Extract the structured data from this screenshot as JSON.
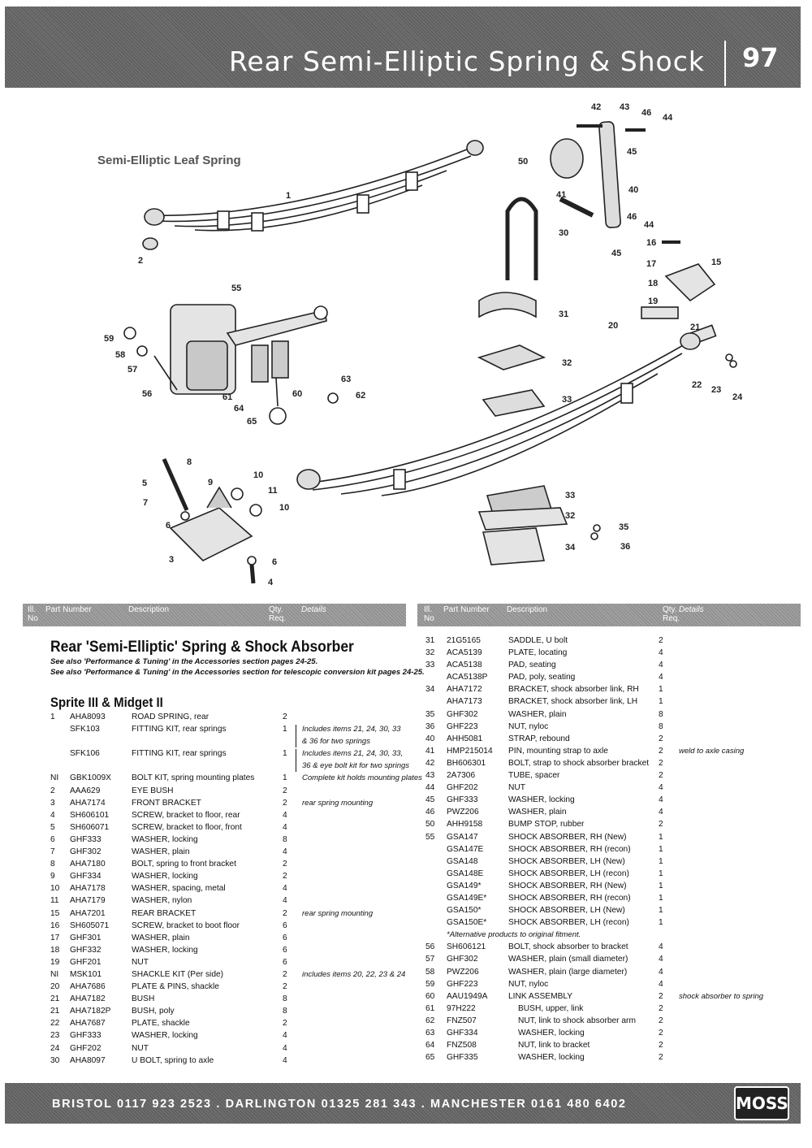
{
  "header": {
    "title": "Rear Semi-Elliptic Spring & Shock",
    "page": "97"
  },
  "diagram": {
    "title": "Semi-Elliptic Leaf Spring",
    "callouts": [
      "1",
      "2",
      "3",
      "4",
      "5",
      "6",
      "7",
      "8",
      "9",
      "10",
      "11",
      "10",
      "6",
      "15",
      "16",
      "17",
      "18",
      "19",
      "20",
      "21",
      "22",
      "23",
      "24",
      "30",
      "31",
      "32",
      "33",
      "33",
      "32",
      "34",
      "35",
      "36",
      "40",
      "41",
      "42",
      "43",
      "44",
      "45",
      "45",
      "46",
      "46",
      "44",
      "50",
      "55",
      "56",
      "57",
      "58",
      "59",
      "60",
      "61",
      "62",
      "63",
      "64",
      "65"
    ]
  },
  "table_header": {
    "ill_no": "Ill. No",
    "part_number": "Part Number",
    "description": "Description",
    "qty_req": "Qty. Req.",
    "details": "Details"
  },
  "section": {
    "title": "Rear 'Semi-Elliptic' Spring & Shock Absorber",
    "see_also_1": "See also 'Performance & Tuning' in the Accessories section pages 24-25.",
    "see_also_2": "See also 'Performance & Tuning' in the Accessories section for telescopic conversion kit pages 24-25.",
    "subtitle": "Sprite III & Midget II"
  },
  "left_rows": [
    {
      "ill": "1",
      "part": "AHA8093",
      "desc": "ROAD SPRING, rear",
      "qty": "2",
      "det": ""
    },
    {
      "ill": "",
      "part": "SFK103",
      "desc": "FITTING KIT, rear springs",
      "qty": "1",
      "det": "Includes items 21, 24, 30, 33"
    },
    {
      "ill": "",
      "part": "",
      "desc": "",
      "qty": "",
      "det": "& 36 for two springs"
    },
    {
      "ill": "",
      "part": "SFK106",
      "desc": "FITTING KIT, rear springs",
      "qty": "1",
      "det": "Includes items 21, 24, 30, 33,"
    },
    {
      "ill": "",
      "part": "",
      "desc": "",
      "qty": "",
      "det": "36 & eye bolt kit for two springs"
    },
    {
      "ill": "NI",
      "part": "GBK1009X",
      "desc": "BOLT KIT, spring mounting plates",
      "qty": "1",
      "det": "Complete kit holds mounting plates"
    },
    {
      "ill": "2",
      "part": "AAA629",
      "desc": "EYE BUSH",
      "qty": "2",
      "det": ""
    },
    {
      "ill": "3",
      "part": "AHA7174",
      "desc": "FRONT BRACKET",
      "qty": "2",
      "det": "rear spring mounting"
    },
    {
      "ill": "4",
      "part": "SH606101",
      "desc": "SCREW, bracket to floor, rear",
      "qty": "4",
      "det": ""
    },
    {
      "ill": "5",
      "part": "SH606071",
      "desc": "SCREW, bracket to floor, front",
      "qty": "4",
      "det": ""
    },
    {
      "ill": "6",
      "part": "GHF333",
      "desc": "WASHER, locking",
      "qty": "8",
      "det": ""
    },
    {
      "ill": "7",
      "part": "GHF302",
      "desc": "WASHER, plain",
      "qty": "4",
      "det": ""
    },
    {
      "ill": "8",
      "part": "AHA7180",
      "desc": "BOLT, spring to front bracket",
      "qty": "2",
      "det": ""
    },
    {
      "ill": "9",
      "part": "GHF334",
      "desc": "WASHER, locking",
      "qty": "2",
      "det": ""
    },
    {
      "ill": "10",
      "part": "AHA7178",
      "desc": "WASHER, spacing, metal",
      "qty": "4",
      "det": ""
    },
    {
      "ill": "11",
      "part": "AHA7179",
      "desc": "WASHER, nylon",
      "qty": "4",
      "det": ""
    },
    {
      "ill": "15",
      "part": "AHA7201",
      "desc": "REAR BRACKET",
      "qty": "2",
      "det": "rear spring mounting"
    },
    {
      "ill": "16",
      "part": "SH605071",
      "desc": "SCREW, bracket to boot floor",
      "qty": "6",
      "det": ""
    },
    {
      "ill": "17",
      "part": "GHF301",
      "desc": "WASHER, plain",
      "qty": "6",
      "det": ""
    },
    {
      "ill": "18",
      "part": "GHF332",
      "desc": "WASHER, locking",
      "qty": "6",
      "det": ""
    },
    {
      "ill": "19",
      "part": "GHF201",
      "desc": "NUT",
      "qty": "6",
      "det": ""
    },
    {
      "ill": "NI",
      "part": "MSK101",
      "desc": "SHACKLE KIT (Per side)",
      "qty": "2",
      "det": "includes items 20, 22, 23 & 24"
    },
    {
      "ill": "20",
      "part": "AHA7686",
      "desc": "PLATE & PINS, shackle",
      "qty": "2",
      "det": ""
    },
    {
      "ill": "21",
      "part": "AHA7182",
      "desc": "BUSH",
      "qty": "8",
      "det": ""
    },
    {
      "ill": "21",
      "part": "AHA7182P",
      "desc": "BUSH, poly",
      "qty": "8",
      "det": ""
    },
    {
      "ill": "22",
      "part": "AHA7687",
      "desc": "PLATE, shackle",
      "qty": "2",
      "det": ""
    },
    {
      "ill": "23",
      "part": "GHF333",
      "desc": "WASHER, locking",
      "qty": "4",
      "det": ""
    },
    {
      "ill": "24",
      "part": "GHF202",
      "desc": "NUT",
      "qty": "4",
      "det": ""
    },
    {
      "ill": "30",
      "part": "AHA8097",
      "desc": "U BOLT, spring to axle",
      "qty": "4",
      "det": ""
    }
  ],
  "right_rows": [
    {
      "ill": "31",
      "part": "21G5165",
      "desc": "SADDLE, U bolt",
      "qty": "2",
      "det": ""
    },
    {
      "ill": "32",
      "part": "ACA5139",
      "desc": "PLATE, locating",
      "qty": "4",
      "det": ""
    },
    {
      "ill": "33",
      "part": "ACA5138",
      "desc": "PAD, seating",
      "qty": "4",
      "det": ""
    },
    {
      "ill": "",
      "part": "ACA5138P",
      "desc": "PAD, poly, seating",
      "qty": "4",
      "det": ""
    },
    {
      "ill": "34",
      "part": "AHA7172",
      "desc": "BRACKET, shock absorber link, RH",
      "qty": "1",
      "det": ""
    },
    {
      "ill": "",
      "part": "AHA7173",
      "desc": "BRACKET, shock absorber link, LH",
      "qty": "1",
      "det": ""
    },
    {
      "ill": "35",
      "part": "GHF302",
      "desc": "WASHER, plain",
      "qty": "8",
      "det": ""
    },
    {
      "ill": "36",
      "part": "GHF223",
      "desc": "NUT, nyloc",
      "qty": "8",
      "det": ""
    },
    {
      "ill": "40",
      "part": "AHH5081",
      "desc": "STRAP, rebound",
      "qty": "2",
      "det": ""
    },
    {
      "ill": "41",
      "part": "HMP215014",
      "desc": "PIN, mounting strap to axle",
      "qty": "2",
      "det": "weld to axle casing"
    },
    {
      "ill": "42",
      "part": "BH606301",
      "desc": "BOLT, strap to shock absorber bracket",
      "qty": "2",
      "det": ""
    },
    {
      "ill": "43",
      "part": "2A7306",
      "desc": "TUBE, spacer",
      "qty": "2",
      "det": ""
    },
    {
      "ill": "44",
      "part": "GHF202",
      "desc": "NUT",
      "qty": "4",
      "det": ""
    },
    {
      "ill": "45",
      "part": "GHF333",
      "desc": "WASHER, locking",
      "qty": "4",
      "det": ""
    },
    {
      "ill": "46",
      "part": "PWZ206",
      "desc": "WASHER, plain",
      "qty": "4",
      "det": ""
    },
    {
      "ill": "50",
      "part": "AHH9158",
      "desc": "BUMP STOP, rubber",
      "qty": "2",
      "det": ""
    },
    {
      "ill": "55",
      "part": "GSA147",
      "desc": "SHOCK ABSORBER, RH (New)",
      "qty": "1",
      "det": ""
    },
    {
      "ill": "",
      "part": "GSA147E",
      "desc": "SHOCK ABSORBER, RH (recon)",
      "qty": "1",
      "det": ""
    },
    {
      "ill": "",
      "part": "GSA148",
      "desc": "SHOCK ABSORBER, LH (New)",
      "qty": "1",
      "det": ""
    },
    {
      "ill": "",
      "part": "GSA148E",
      "desc": "SHOCK ABSORBER, LH (recon)",
      "qty": "1",
      "det": ""
    },
    {
      "ill": "",
      "part": "GSA149*",
      "desc": "SHOCK ABSORBER, RH (New)",
      "qty": "1",
      "det": ""
    },
    {
      "ill": "",
      "part": "GSA149E*",
      "desc": "SHOCK ABSORBER, RH (recon)",
      "qty": "1",
      "det": ""
    },
    {
      "ill": "",
      "part": "GSA150*",
      "desc": "SHOCK ABSORBER, LH (New)",
      "qty": "1",
      "det": ""
    },
    {
      "ill": "",
      "part": "GSA150E*",
      "desc": "SHOCK ABSORBER, LH (recon)",
      "qty": "1",
      "det": ""
    },
    {
      "ill": "",
      "part": "",
      "desc": "",
      "qty": "",
      "det": "",
      "note": "*Alternative products to original fitment."
    },
    {
      "ill": "56",
      "part": "SH606121",
      "desc": "BOLT, shock absorber to bracket",
      "qty": "4",
      "det": ""
    },
    {
      "ill": "57",
      "part": "GHF302",
      "desc": "WASHER, plain (small diameter)",
      "qty": "4",
      "det": ""
    },
    {
      "ill": "58",
      "part": "PWZ206",
      "desc": "WASHER, plain (large diameter)",
      "qty": "4",
      "det": ""
    },
    {
      "ill": "59",
      "part": "GHF223",
      "desc": "NUT, nyloc",
      "qty": "4",
      "det": ""
    },
    {
      "ill": "60",
      "part": "AAU1949A",
      "desc": "LINK ASSEMBLY",
      "qty": "2",
      "det": "shock absorber to spring"
    },
    {
      "ill": "61",
      "part": "97H222",
      "desc": "BUSH, upper, link",
      "qty": "2",
      "det": "",
      "indent": true
    },
    {
      "ill": "62",
      "part": "FNZ507",
      "desc": "NUT, link to shock absorber arm",
      "qty": "2",
      "det": "",
      "indent": true
    },
    {
      "ill": "63",
      "part": "GHF334",
      "desc": "WASHER, locking",
      "qty": "2",
      "det": "",
      "indent": true
    },
    {
      "ill": "64",
      "part": "FNZ508",
      "desc": "NUT, link to bracket",
      "qty": "2",
      "det": "",
      "indent": true
    },
    {
      "ill": "65",
      "part": "GHF335",
      "desc": "WASHER, locking",
      "qty": "2",
      "det": "",
      "indent": true
    }
  ],
  "footer": {
    "contacts": "BRISTOL 0117 923 2523 . DARLINGTON 01325 281 343 . MANCHESTER 0161 480 6402",
    "logo": "MOSS"
  }
}
